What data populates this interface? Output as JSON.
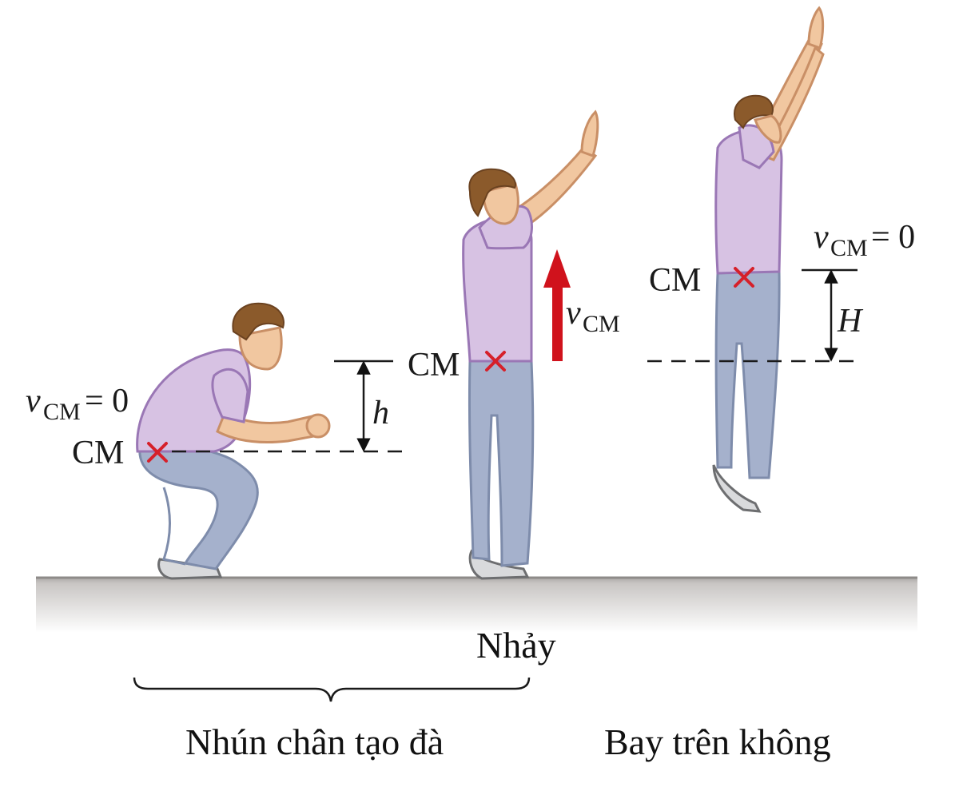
{
  "labels": {
    "cm": "CM",
    "v": "v",
    "cm_sub": "CM",
    "eq_zero": " = 0",
    "h_small": "h",
    "h_big": "H"
  },
  "captions": {
    "jump": "Nhảy",
    "crouch": "Nhún chân tạo đà",
    "airborne": "Bay trên không"
  },
  "colors": {
    "shirt": "#d7c2e3",
    "shirt_outline": "#9a77b5",
    "pants": "#a5b1cc",
    "pants_outline": "#7e8cab",
    "skin": "#f1c7a0",
    "skin_outline": "#c98f66",
    "hair": "#8b5a2b",
    "cm_marker": "#d6202a",
    "velocity_arrow": "#d0121c",
    "ground": "#c9c6c4"
  },
  "icons": {
    "cm_marker": "red-x-marker",
    "velocity": "up-arrow"
  }
}
